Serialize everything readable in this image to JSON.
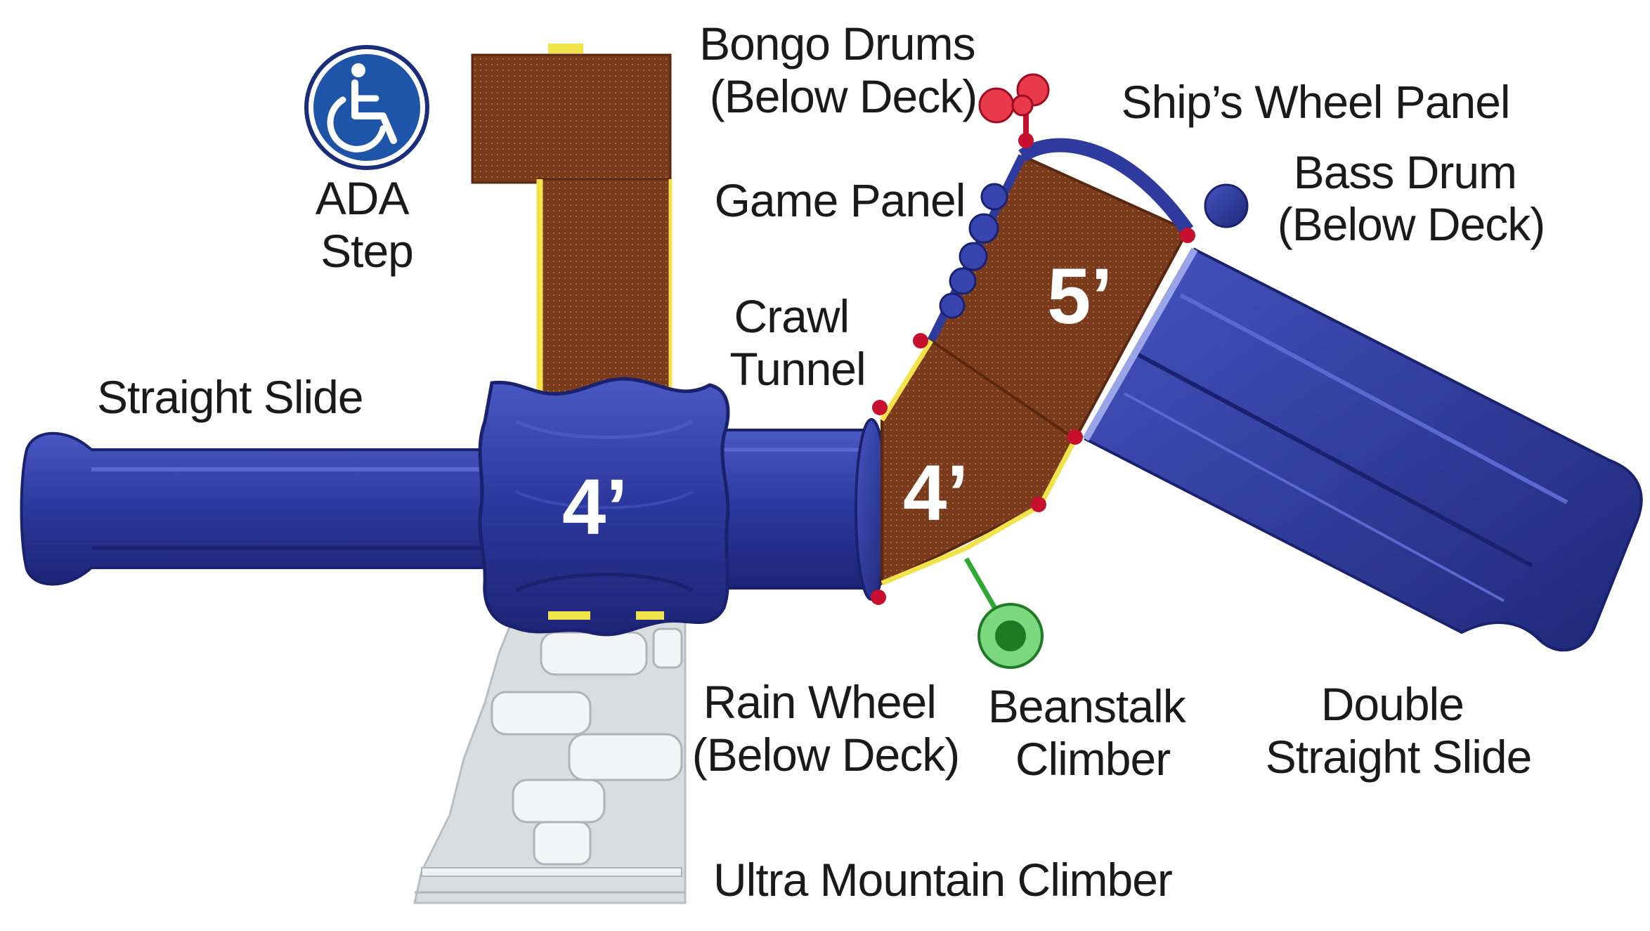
{
  "labels": {
    "bongo_drums": [
      "Bongo Drums",
      "(Below Deck)"
    ],
    "ships_wheel": "Ship’s Wheel Panel",
    "bass_drum": [
      "Bass Drum",
      "(Below Deck)"
    ],
    "game_panel": "Game Panel",
    "ada_step": [
      "ADA",
      "Step"
    ],
    "crawl_tunnel": [
      "Crawl",
      "Tunnel"
    ],
    "straight_slide": "Straight Slide",
    "rain_wheel": [
      "Rain Wheel",
      "(Below Deck)"
    ],
    "beanstalk": [
      "Beanstalk",
      "Climber"
    ],
    "double_slide": [
      "Double",
      "Straight Slide"
    ],
    "ultra_mountain": "Ultra Mountain Climber"
  },
  "deck_heights": {
    "left_deck": "4’",
    "middle_deck": "4’",
    "upper_deck": "5’"
  },
  "icons": {
    "ada": "wheelchair-icon"
  },
  "colors": {
    "plastic_blue": "#2e3a9e",
    "deck_brown": "#7a3a1c",
    "rail_yellow": "#f2e34a",
    "clamp_red": "#c8102e",
    "climber_gray": "#d9dde0",
    "climber_green": "#2fa836"
  }
}
